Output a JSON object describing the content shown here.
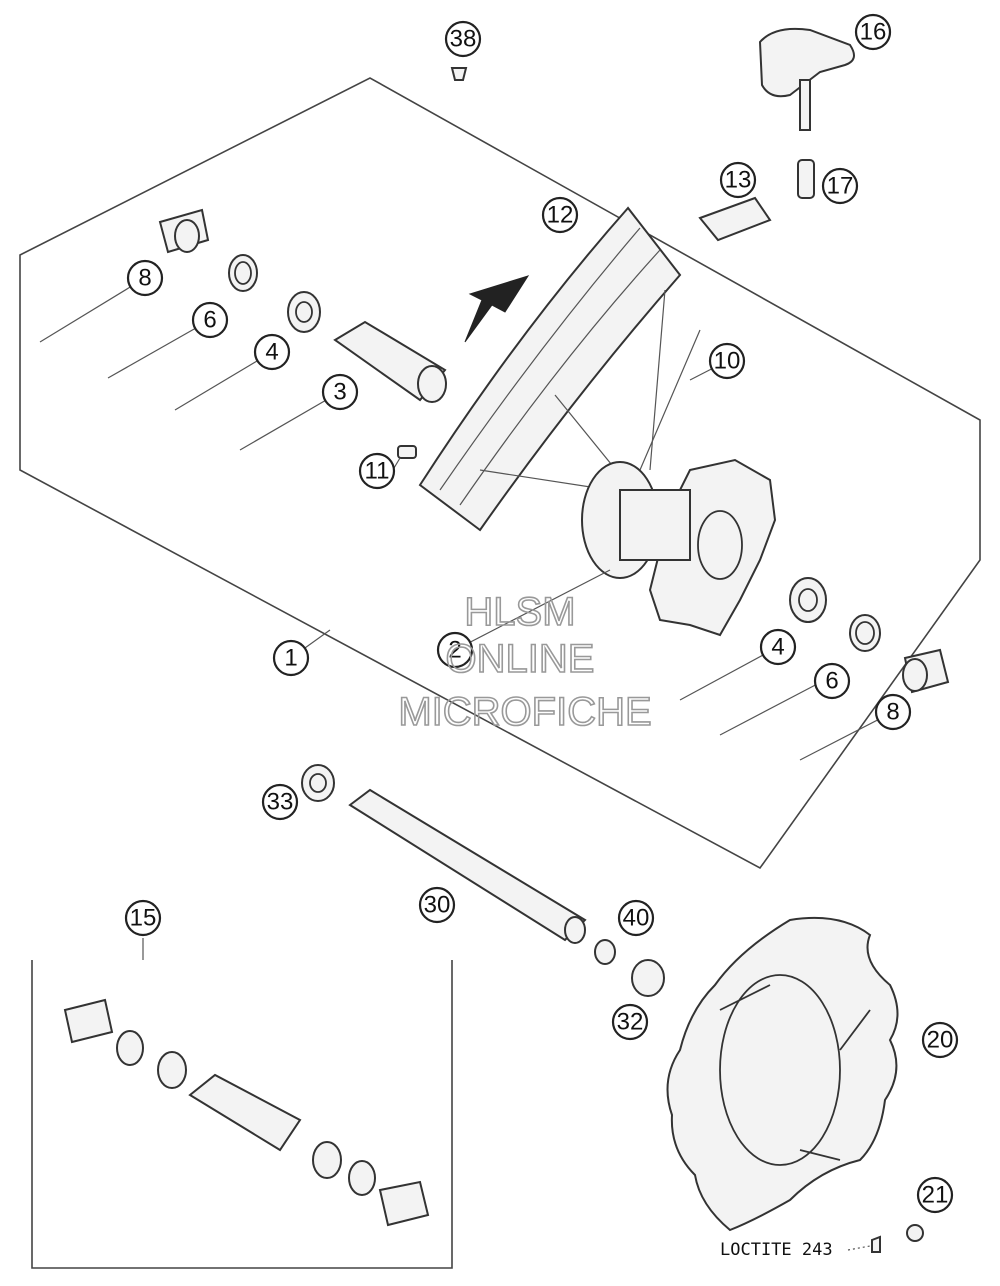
{
  "callouts": {
    "c38": "38",
    "c16": "16",
    "c13": "13",
    "c17": "17",
    "c12": "12",
    "c8a": "8",
    "c6a": "6",
    "c4a": "4",
    "c3": "3",
    "c10": "10",
    "c11": "11",
    "c1": "1",
    "c2": "2",
    "c4b": "4",
    "c6b": "6",
    "c8b": "8",
    "c33": "33",
    "c30": "30",
    "c15": "15",
    "c40": "40",
    "c32": "32",
    "c20": "20",
    "c21": "21"
  },
  "note": {
    "loctite": "LOCTITE 243"
  },
  "watermark": {
    "line1": "HLSM",
    "line2": "ONLINE",
    "line3": "MICROFICHE"
  }
}
